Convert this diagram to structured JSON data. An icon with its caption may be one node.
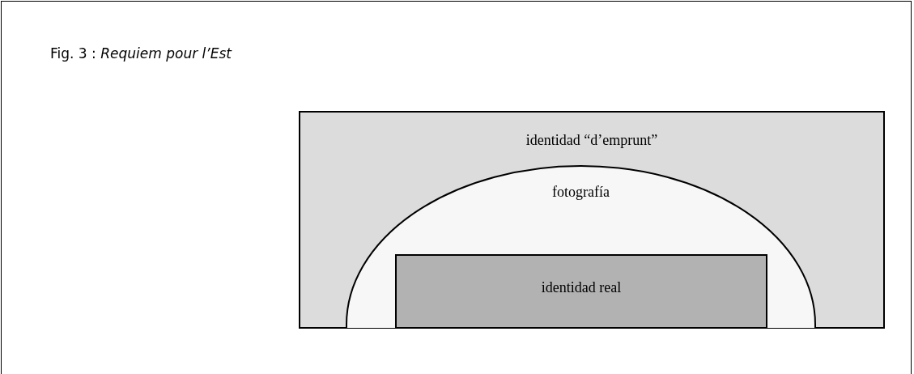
{
  "diagram": {
    "title": "Fig. 3 : *Requiem pour l’Est*",
    "nodes": [
      {
        "text": [
          "identidad “d’emprunt”"
        ]
      },
      {
        "text": [
          "fotografía"
        ],
        "in": 0
      },
      {
        "text": [
          "identidad real"
        ],
        "in": 1
      }
    ]
  }
}
